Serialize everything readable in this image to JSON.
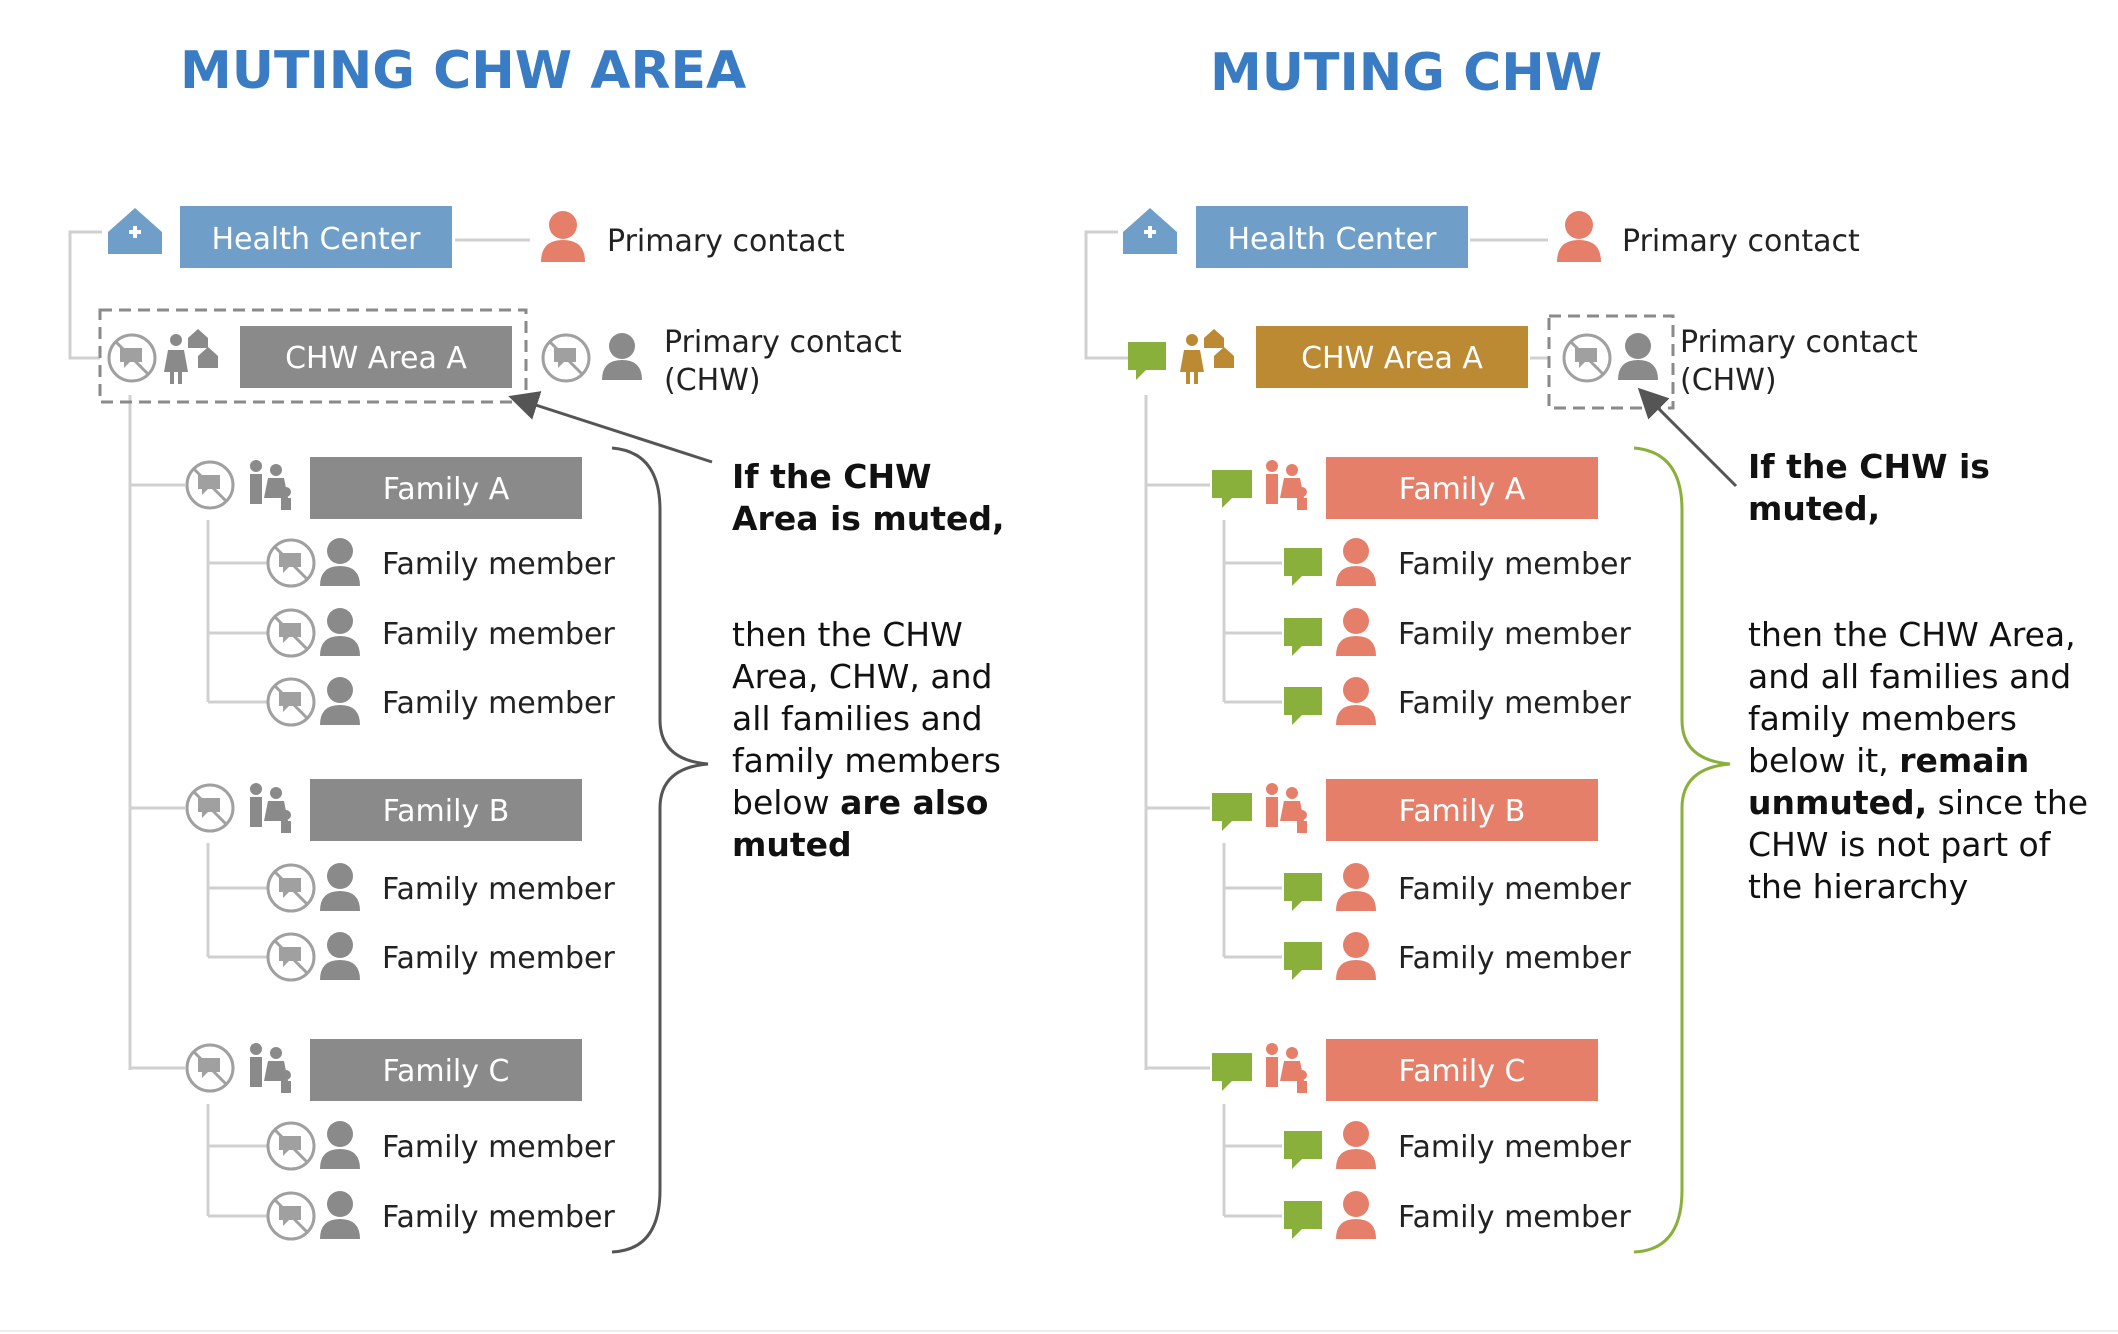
{
  "left": {
    "title": "MUTING CHW AREA",
    "health_center": "Health Center",
    "primary_contact": "Primary contact",
    "chw_area": "CHW Area A",
    "chw_contact_line1": "Primary contact",
    "chw_contact_line2": "(CHW)",
    "families": [
      {
        "name": "Family A",
        "members": [
          "Family member",
          "Family member",
          "Family member"
        ]
      },
      {
        "name": "Family B",
        "members": [
          "Family member",
          "Family member"
        ]
      },
      {
        "name": "Family C",
        "members": [
          "Family member",
          "Family member"
        ]
      }
    ],
    "explanation": {
      "heading_line1": "If the CHW",
      "heading_line2": "Area is muted,",
      "l1": "then the CHW",
      "l2": "Area, CHW, and",
      "l3": "all families and",
      "l4": "family members",
      "l5_pre": "below ",
      "l5_bold": "are also",
      "l6_bold": "muted"
    }
  },
  "right": {
    "title": "MUTING CHW",
    "health_center": "Health Center",
    "primary_contact": "Primary contact",
    "chw_area": "CHW Area A",
    "chw_contact_line1": "Primary contact",
    "chw_contact_line2": "(CHW)",
    "families": [
      {
        "name": "Family A",
        "members": [
          "Family member",
          "Family member",
          "Family member"
        ]
      },
      {
        "name": "Family B",
        "members": [
          "Family member",
          "Family member"
        ]
      },
      {
        "name": "Family C",
        "members": [
          "Family member",
          "Family member"
        ]
      }
    ],
    "explanation": {
      "heading_line1": "If the CHW is",
      "heading_line2": "muted,",
      "l1": "then the CHW Area,",
      "l2": "and all families and",
      "l3": "family members",
      "l4_pre": "below it, ",
      "l4_bold": "remain",
      "l5_bold": "unmuted,",
      "l5_post": " since the",
      "l6": "CHW is not part of",
      "l7": "the hierarchy"
    }
  },
  "colors": {
    "title": "#3a7cc3",
    "health_center": "#6f9fc8",
    "muted_gray": "#8a8a8a",
    "chw_area_active": "#bb8a33",
    "family_active": "#e57f6a",
    "message_green": "#8ab03c",
    "person_orange": "#e57f6a",
    "tree_line": "#d0d0d0"
  }
}
